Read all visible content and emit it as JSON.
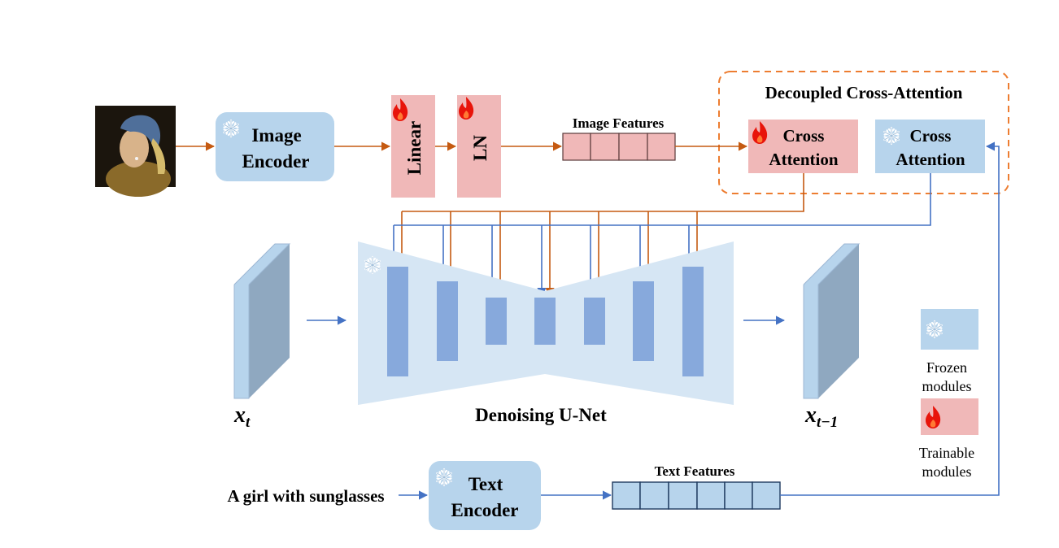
{
  "image_encoder": {
    "line1": "Image",
    "line2": "Encoder",
    "icon": "snowflake-icon"
  },
  "linear": {
    "label": "Linear",
    "icon": "flame-icon"
  },
  "ln": {
    "label": "LN",
    "icon": "flame-icon"
  },
  "image_features": {
    "label": "Image Features"
  },
  "decoupled": {
    "title": "Decoupled Cross-Attention",
    "trainable_ca": {
      "line1": "Cross",
      "line2": "Attention",
      "icon": "flame-icon"
    },
    "frozen_ca": {
      "line1": "Cross",
      "line2": "Attention",
      "icon": "snowflake-icon"
    }
  },
  "unet": {
    "label": "Denoising U-Net",
    "icon": "snowflake-icon"
  },
  "xt": {
    "base": "x",
    "sub": "t"
  },
  "xt1": {
    "base": "x",
    "sub": "t−1"
  },
  "text_prompt": "A girl with sunglasses",
  "text_encoder": {
    "line1": "Text",
    "line2": "Encoder",
    "icon": "snowflake-icon"
  },
  "text_features": {
    "label": "Text Features"
  },
  "legend": {
    "frozen_line1": "Frozen",
    "frozen_line2": "modules",
    "trainable_line1": "Trainable",
    "trainable_line2": "modules"
  },
  "colors": {
    "frozen_fill": "#b7d4ec",
    "trainable_fill": "#f0b8b8",
    "unet_fill": "#d6e6f4",
    "unet_block": "#87a9dc",
    "orange_arrow": "#c55a11",
    "blue_arrow": "#4472c4",
    "title_red": "#c00000",
    "dashed_orange": "#ed7d31"
  }
}
